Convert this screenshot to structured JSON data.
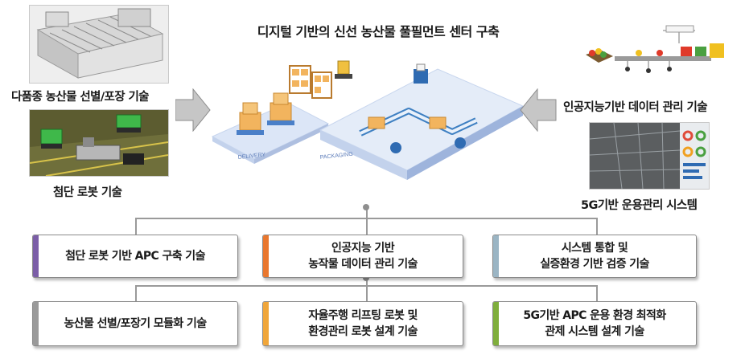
{
  "title": "디지털 기반의 신선 농산물 풀필먼트 센터 구축",
  "left_techs": {
    "top": "다품종 농산물 선별/포장 기술",
    "bottom": "첨단 로봇 기술"
  },
  "right_techs": {
    "top": "인공지능기반 데이터 관리 기술",
    "bottom": "5G기반 운용관리 시스템"
  },
  "center_image": {
    "delivery_label": "DELIVERY",
    "packaging_label": "PACKAGING"
  },
  "boxes": [
    {
      "lines": [
        "첨단 로봇 기반 APC 구축 기술"
      ],
      "accent": "#7b5ea7"
    },
    {
      "lines": [
        "인공지능 기반",
        "농작물 데이터 관리 기술"
      ],
      "accent": "#e9772e"
    },
    {
      "lines": [
        "시스템 통합 및",
        "실증환경 기반 검증 기술"
      ],
      "accent": "#9bb5c4"
    },
    {
      "lines": [
        "농산물 선별/포장기 모듈화 기술"
      ],
      "accent": "#9a9a9a"
    },
    {
      "lines": [
        "자율주행 리프팅 로봇 및",
        "환경관리 로봇 설계 기술"
      ],
      "accent": "#f0a63a"
    },
    {
      "lines": [
        "5G기반 APC 운용 환경 최적화",
        "관제 시스템 설계 기술"
      ],
      "accent": "#7fae3c"
    }
  ],
  "colors": {
    "floor_blue": "#dce6f7",
    "platform_blue": "#e4ecf8",
    "box_orange": "#f2b45e",
    "arrow_gray": "#bdbdbd"
  }
}
